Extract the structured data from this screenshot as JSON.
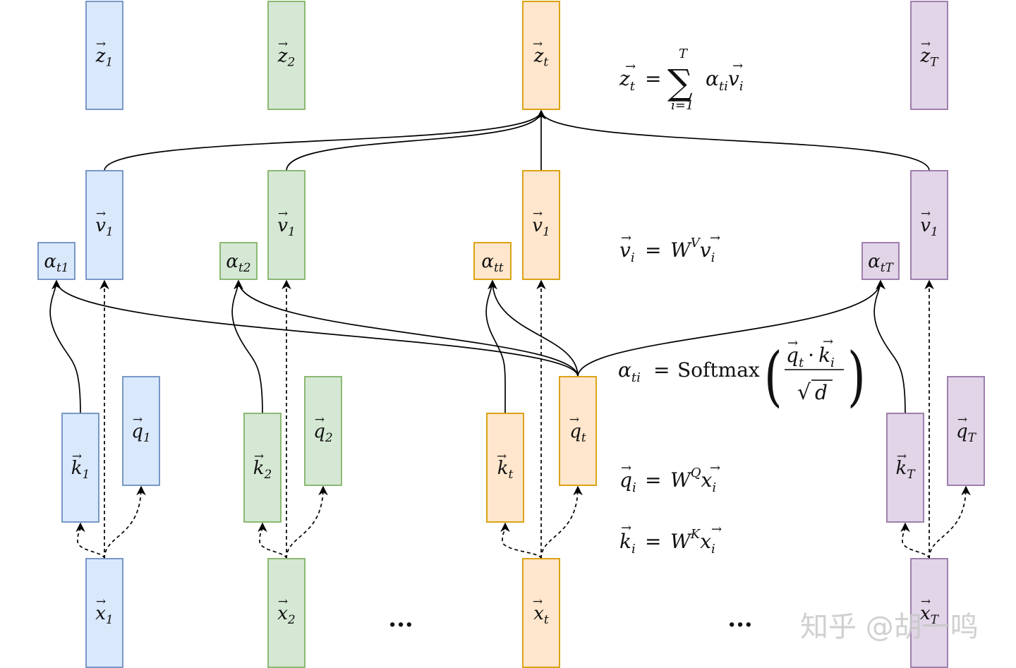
{
  "colors": {
    "blue": {
      "fill": "#dae8fc",
      "stroke": "#6c8ebf"
    },
    "green": {
      "fill": "#d5e8d4",
      "stroke": "#82b366"
    },
    "orange": {
      "fill": "#ffe6cc",
      "stroke": "#d79b00"
    },
    "purple": {
      "fill": "#e1d5e7",
      "stroke": "#9673a6"
    },
    "line": "#000000"
  },
  "columns": [
    {
      "id": "c1",
      "color": "blue",
      "z": {
        "base": "z",
        "sub": "1"
      },
      "v": {
        "base": "v",
        "sub": "1"
      },
      "alpha": {
        "base": "α",
        "sub": "t1"
      },
      "k": {
        "base": "k",
        "sub": "1"
      },
      "q": {
        "base": "q",
        "sub": "1"
      },
      "x": {
        "base": "x",
        "sub": "1"
      }
    },
    {
      "id": "c2",
      "color": "green",
      "z": {
        "base": "z",
        "sub": "2"
      },
      "v": {
        "base": "v",
        "sub": "1"
      },
      "alpha": {
        "base": "α",
        "sub": "t2"
      },
      "k": {
        "base": "k",
        "sub": "2"
      },
      "q": {
        "base": "q",
        "sub": "2"
      },
      "x": {
        "base": "x",
        "sub": "2"
      }
    },
    {
      "id": "ct",
      "color": "orange",
      "z": {
        "base": "z",
        "sub": "t"
      },
      "v": {
        "base": "v",
        "sub": "1"
      },
      "alpha": {
        "base": "α",
        "sub": "tt"
      },
      "k": {
        "base": "k",
        "sub": "t"
      },
      "q": {
        "base": "q",
        "sub": "t"
      },
      "x": {
        "base": "x",
        "sub": "t"
      }
    },
    {
      "id": "cT",
      "color": "purple",
      "z": {
        "base": "z",
        "sub": "T"
      },
      "v": {
        "base": "v",
        "sub": "1"
      },
      "alpha": {
        "base": "α",
        "sub": "tT"
      },
      "k": {
        "base": "k",
        "sub": "T"
      },
      "q": {
        "base": "q",
        "sub": "T"
      },
      "x": {
        "base": "x",
        "sub": "T"
      }
    }
  ],
  "ellipses": [
    "...",
    "..."
  ],
  "formulas": {
    "z_eq": {
      "lhs": "z",
      "lhs_sub": "t",
      "eq": "=",
      "sum": "∑",
      "sum_top": "T",
      "sum_bottom": "i=1",
      "alpha": "α",
      "alpha_sub": "ti",
      "v": "v",
      "v_sub": "i"
    },
    "v_eq": {
      "lhs": "v",
      "lhs_sub": "i",
      "eq": "=",
      "W": "W",
      "W_sup": "V",
      "rhs": "v",
      "rhs_sub": "i"
    },
    "alpha_eq": {
      "lhs": "α",
      "lhs_sub": "ti",
      "eq": "=",
      "fn": "Softmax",
      "num_q": "q",
      "num_q_sub": "t",
      "dot": "·",
      "num_k": "k",
      "num_k_sub": "i",
      "den_sqrt": "√",
      "den_d": "d",
      "open": "(",
      "close": ")"
    },
    "q_eq": {
      "lhs": "q",
      "lhs_sub": "i",
      "eq": "=",
      "W": "W",
      "W_sup": "Q",
      "rhs": "x",
      "rhs_sub": "i"
    },
    "k_eq": {
      "lhs": "k",
      "lhs_sub": "i",
      "eq": "=",
      "W": "W",
      "W_sup": "K",
      "rhs": "x",
      "rhs_sub": "i"
    }
  },
  "watermark": "知乎 @胡一鸣"
}
